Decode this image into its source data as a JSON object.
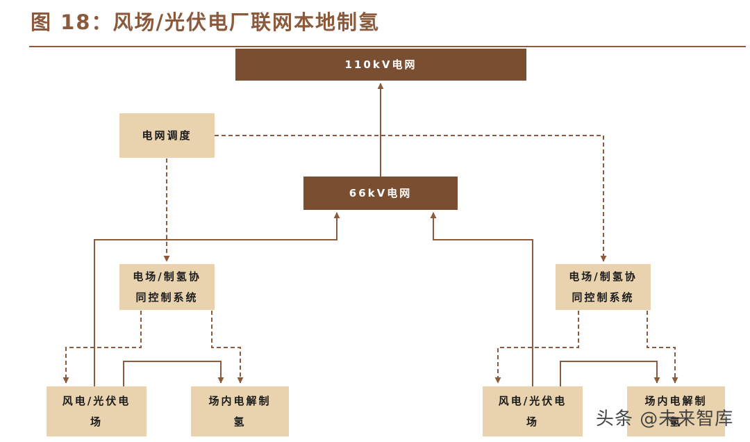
{
  "title": "图 18：风场/光伏电厂联网本地制氢",
  "nodes": {
    "grid_110kv": "110kV电网",
    "grid_66kv": "66kV电网",
    "dispatch": "电网调度",
    "coord_left": "电场/制氢协\n同控制系统",
    "coord_right": "电场/制氢协\n同控制系统",
    "plant_left": "风电/光伏电\n场",
    "plant_right": "风电/光伏电\n场",
    "electrolysis_left": "场内电解制\n氢",
    "electrolysis_right": "场内电解制\n氢"
  },
  "watermark": "头条 @未来智库",
  "colors": {
    "dark_box": "#7a4f31",
    "light_box": "#e8d3ae",
    "line": "#8b5a3c",
    "title": "#8b5a3c"
  }
}
